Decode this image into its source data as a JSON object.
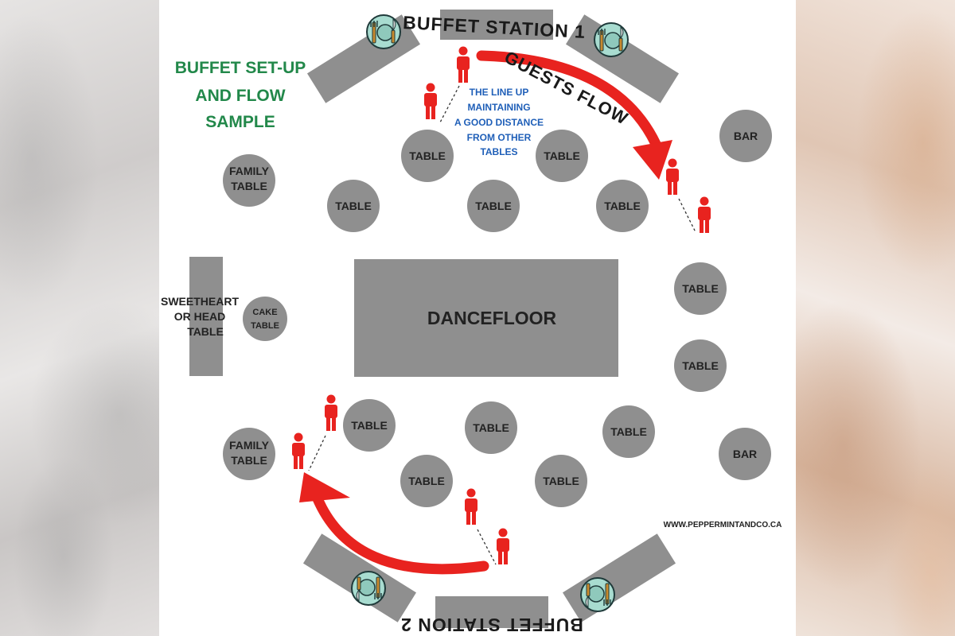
{
  "title": {
    "lines": [
      "BUFFET SET-UP",
      "AND FLOW",
      "SAMPLE"
    ],
    "color": "#22884a"
  },
  "buffet_station_1": "BUFFET STATION 1",
  "buffet_station_2": "BUFFET STATION 2",
  "guests_flow": "GUESTS FLOW",
  "line_up_note": [
    "THE LINE UP",
    "MAINTAINING",
    "A GOOD DISTANCE",
    "FROM OTHER",
    "TABLES"
  ],
  "table_label": "TABLE",
  "family_table": [
    "FAMILY",
    "TABLE"
  ],
  "bar_label": "BAR",
  "cake_table": [
    "CAKE",
    "TABLE"
  ],
  "sweetheart_table": [
    "SWEETHEART",
    "OR HEAD",
    "TABLE"
  ],
  "dancefloor": "DANCEFLOOR",
  "website": "WWW.PEPPERMINTANDCO.CA",
  "colors": {
    "furniture": "#8f8f8f",
    "person": "#e8231f",
    "arrow": "#e8231f",
    "note": "#1f5fb8",
    "icon_bg": "#a8dcd0"
  },
  "icons": [
    "utensils-plate-icon",
    "person-icon",
    "flow-arrow"
  ]
}
